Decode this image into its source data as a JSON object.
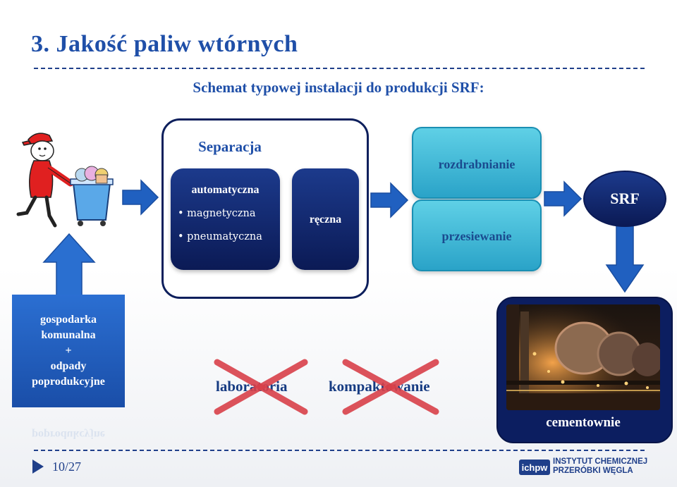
{
  "header": {
    "title": "3. Jakość paliw wtórnych",
    "subtitle": "Schemat typowej instalacji do produkcji SRF:"
  },
  "separation": {
    "title": "Separacja",
    "automatic": {
      "label": "automatyczna",
      "items": [
        "magnetyczna",
        "pneumatyczna"
      ]
    },
    "manual": "ręczna"
  },
  "processing": {
    "shredding": "rozdrabnianie",
    "screening": "przesiewanie"
  },
  "output": "SRF",
  "source": {
    "lines": [
      "gospodarka",
      "komunalna",
      "+",
      "odpady",
      "poprodukcyjne"
    ]
  },
  "excluded": [
    "laboratoria",
    "kompaktowanie"
  ],
  "destination": "cementownie",
  "footer": {
    "page": "10/27",
    "logo_line1": "INSTYTUT CHEMICZNEJ",
    "logo_line2": "PRZERÓBKI WĘGLA",
    "logo_mark": "ichpw"
  },
  "colors": {
    "navy": "#0b1a55",
    "blue": "#1f4fa8",
    "teal": "#2aa3c8",
    "arrow": "#2060c0",
    "cross": "#d9414a"
  }
}
